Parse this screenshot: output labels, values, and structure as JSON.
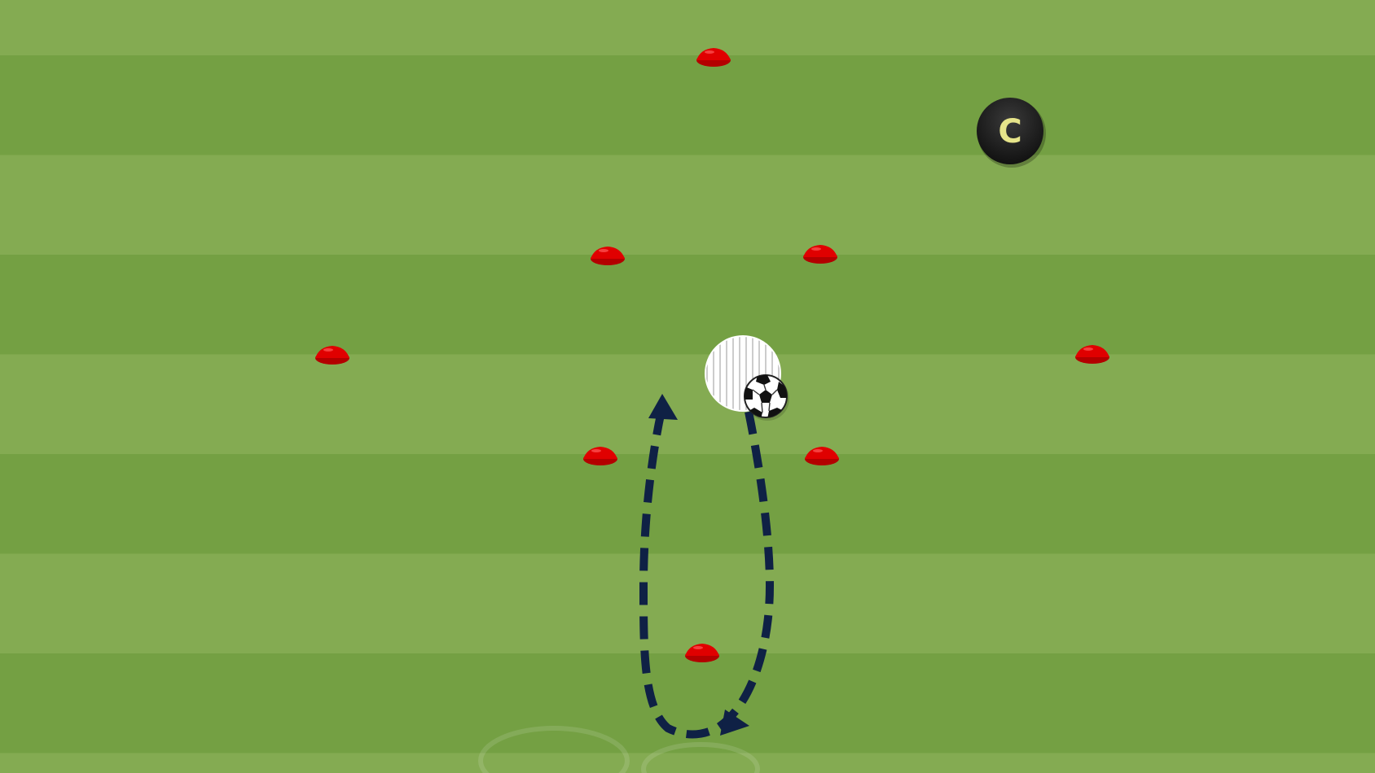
{
  "pitch": {
    "stripe_light": "#84ab52",
    "stripe_dark": "#74a043",
    "stripe_count": 8
  },
  "cone_color": "#e00000",
  "cones": [
    {
      "id": "cone-top"
    },
    {
      "id": "cone-upper-left"
    },
    {
      "id": "cone-upper-right"
    },
    {
      "id": "cone-far-left"
    },
    {
      "id": "cone-far-right"
    },
    {
      "id": "cone-lower-left"
    },
    {
      "id": "cone-lower-right"
    },
    {
      "id": "cone-bottom"
    }
  ],
  "coach": {
    "label": "C",
    "color": "#1a1a1a",
    "label_color": "#e6e48a"
  },
  "player": {
    "color": "#ffffff",
    "stripe_color": "#9a9a9a"
  },
  "ball": {
    "icon": "soccer-ball-icon"
  },
  "run_path": {
    "color": "#0f2145",
    "style": "dashed",
    "arrowheads": 2
  }
}
